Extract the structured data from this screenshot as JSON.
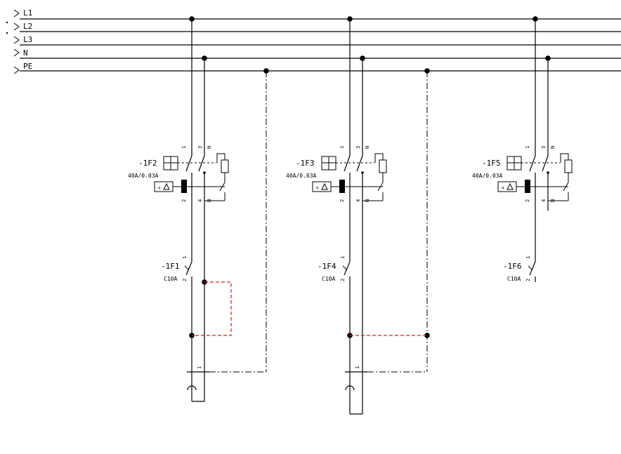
{
  "buses": [
    "L1",
    "L2",
    "L3",
    "N",
    "PE"
  ],
  "rcbos": [
    {
      "tag": "-1F2",
      "rating": "40A/0.03A",
      "pins_top": [
        "1",
        "3",
        "N"
      ],
      "pins_bottom": [
        "2",
        "4",
        "N"
      ]
    },
    {
      "tag": "-1F3",
      "rating": "40A/0.03A",
      "pins_top": [
        "1",
        "3",
        "N"
      ],
      "pins_bottom": [
        "2",
        "4",
        "N"
      ]
    },
    {
      "tag": "-1F5",
      "rating": "40A/0.03A",
      "pins_top": [
        "1",
        "3",
        "N"
      ],
      "pins_bottom": [
        "2",
        "4",
        "N"
      ]
    }
  ],
  "mcbs": [
    {
      "tag": "-1F1",
      "rating": "C10A",
      "pins": [
        "1",
        "2"
      ]
    },
    {
      "tag": "-1F4",
      "rating": "C10A",
      "pins": [
        "1",
        "2"
      ]
    },
    {
      "tag": "-1F6",
      "rating": "C10A",
      "pins": [
        "1",
        "2"
      ]
    }
  ],
  "outlets": [
    {
      "pin": "1"
    },
    {
      "pin": "1"
    }
  ],
  "colors": {
    "wire": "#000000",
    "jumper": "#d42020",
    "background": "#ffffff"
  }
}
